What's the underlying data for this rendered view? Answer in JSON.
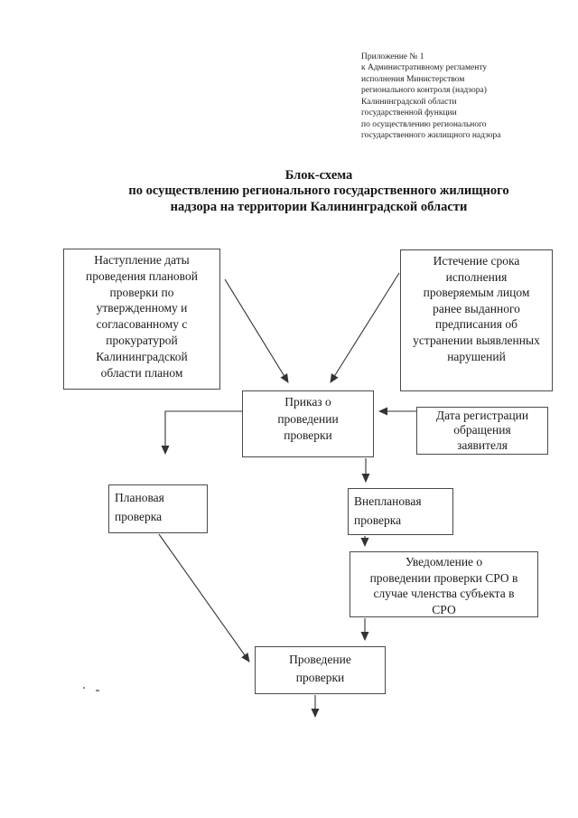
{
  "page": {
    "header_note_lines": [
      "Приложение № 1",
      "к Административному регламенту",
      "исполнения Министерством",
      "регионального контроля (надзора)",
      "Калининградской области",
      "государственной функции",
      "по осуществлению регионального",
      "государственного жилищного надзора"
    ],
    "title_lines": [
      "Блок-схема",
      "по осуществлению регионального государственного жилищного",
      "надзора на территории Калининградской области"
    ]
  },
  "flowchart": {
    "boxes": {
      "planned_date": {
        "lines": [
          "Наступление даты",
          "проведения плановой",
          "проверки по",
          "утвержденному и",
          "согласованному с",
          "прокуратурой",
          "Калининградской",
          "области планом"
        ]
      },
      "deadline_expiry": {
        "lines": [
          "Истечение срока",
          "исполнения",
          "проверяемым лицом",
          "ранее выданного",
          "предписания об",
          "устранении выявленных",
          "нарушений"
        ]
      },
      "inspection_order": {
        "lines": [
          "Приказ о",
          "проведении",
          "проверки"
        ]
      },
      "registration_date": {
        "lines": [
          "Дата регистрации",
          "обращения",
          "заявителя"
        ]
      },
      "planned_inspection": {
        "lines": [
          "Плановая",
          "проверка"
        ]
      },
      "unplanned_inspection": {
        "lines": [
          "Внеплановая",
          "проверка"
        ]
      },
      "sro_notice": {
        "lines": [
          "Уведомление о",
          "проведении проверки СРО в",
          "случае членства субъекта в",
          "СРО"
        ]
      },
      "conduct_inspection": {
        "lines": [
          "Проведение",
          "проверки"
        ]
      }
    },
    "colors": {
      "ink": "#1c1c1c",
      "box_border": "#4a4a4a",
      "connector": "#333333",
      "background": "#ffffff"
    }
  }
}
